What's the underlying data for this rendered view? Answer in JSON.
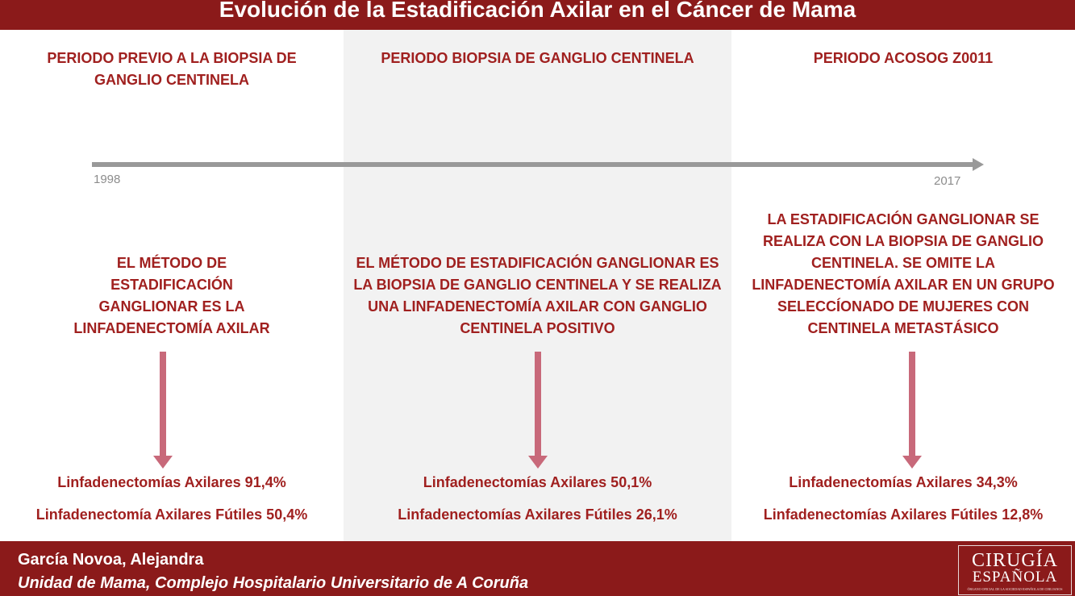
{
  "header": {
    "title": "Evolución de la Estadificación Axilar en el Cáncer de Mama"
  },
  "timeline": {
    "start_year": "1998",
    "end_year": "2017"
  },
  "periods": [
    {
      "title": "PERIODO PREVIO A LA BIOPSIA DE GANGLIO CENTINELA",
      "method": "EL MÉTODO DE ESTADIFICACIÓN GANGLIONAR ES LA LINFADENECTOMÍA AXILAR",
      "stat1": "Linfadenectomías Axilares 91,4%",
      "stat2": "Linfadenectomía Axilares Fútiles 50,4%"
    },
    {
      "title": "PERIODO BIOPSIA DE GANGLIO CENTINELA",
      "method": "EL MÉTODO DE ESTADIFICACIÓN GANGLIONAR ES LA BIOPSIA DE GANGLIO CENTINELA Y SE REALIZA UNA LINFADENECTOMÍA AXILAR CON GANGLIO CENTINELA POSITIVO",
      "stat1": "Linfadenectomías Axilares 50,1%",
      "stat2": "Linfadenectomías Axilares Fútiles 26,1%"
    },
    {
      "title": "PERIODO ACOSOG Z0011",
      "method": "LA ESTADIFICACIÓN GANGLIONAR SE REALIZA CON LA BIOPSIA DE GANGLIO CENTINELA. SE OMITE LA LINFADENECTOMÍA AXILAR EN UN GRUPO SELECCÍONADO DE MUJERES CON CENTINELA METASTÁSICO",
      "stat1": "Linfadenectomías Axilares 34,3%",
      "stat2": "Linfadenectomías Axilares Fútiles 12,8%"
    }
  ],
  "footer": {
    "author": "García Novoa, Alejandra",
    "affiliation": "Unidad de Mama, Complejo Hospitalario Universitario de A Coruña"
  },
  "logo": {
    "line1": "CIRUGÍA",
    "line2": "ESPAÑOLA",
    "line3": "ÓRGANO OFICIAL DE LA SOCIEDAD ESPAÑOLA DE CIRUJANOS"
  },
  "colors": {
    "brand": "#8b1a1a",
    "title_text": "#a0201f",
    "arrow": "#c8697a",
    "timeline": "#999999"
  }
}
